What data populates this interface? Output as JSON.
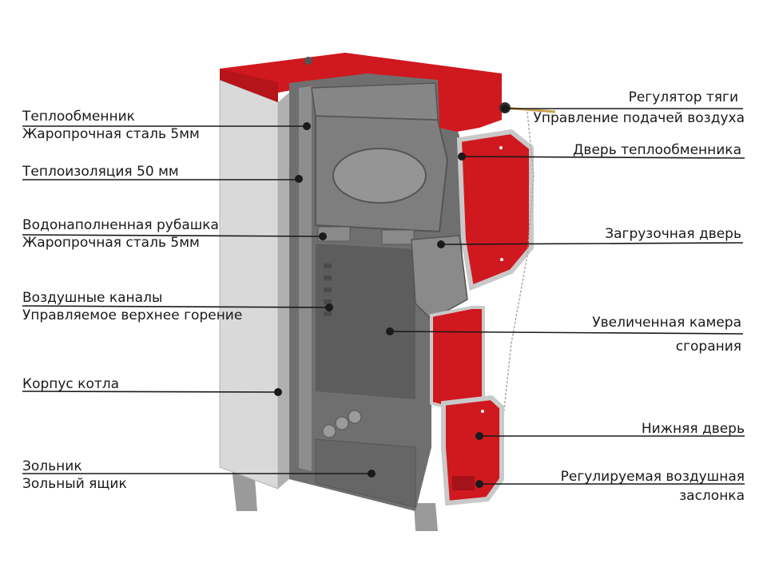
{
  "labels": {
    "heat_exchanger": {
      "line1": "Теплообменник",
      "line2": "Жаропрочная сталь 5мм"
    },
    "insulation": {
      "line1": "Теплоизоляция 50 мм"
    },
    "water_jacket": {
      "line1": "Водонаполненная рубашка",
      "line2": "Жаропрочная сталь 5мм"
    },
    "air_channels": {
      "line1": "Воздушные каналы",
      "line2": "Управляемое верхнее горение"
    },
    "boiler_body": {
      "line1": "Корпус котла"
    },
    "ash_pan": {
      "line1": "Зольник",
      "line2": "Зольный ящик"
    },
    "draft_regulator": {
      "line1": "Регулятор тяги",
      "line2": "Управление подачей воздуха"
    },
    "exchanger_door": {
      "line1": "Дверь теплообменника"
    },
    "loading_door": {
      "line1": "Загрузочная дверь"
    },
    "combustion_chamber": {
      "line1": "Увеличенная камера",
      "line2": "сгорания"
    },
    "bottom_door": {
      "line1": "Нижняя дверь"
    },
    "air_damper": {
      "line1": "Регулируемая воздушная",
      "line2": "заслонка"
    }
  },
  "colors": {
    "red": "#d0181f",
    "red_dark": "#9c0f15",
    "shell": "#d9d9d9",
    "shell_dark": "#a9a9a9",
    "interior": "#6f6f6f",
    "interior_dark": "#4e4e4e",
    "line": "#1a1a1a"
  }
}
